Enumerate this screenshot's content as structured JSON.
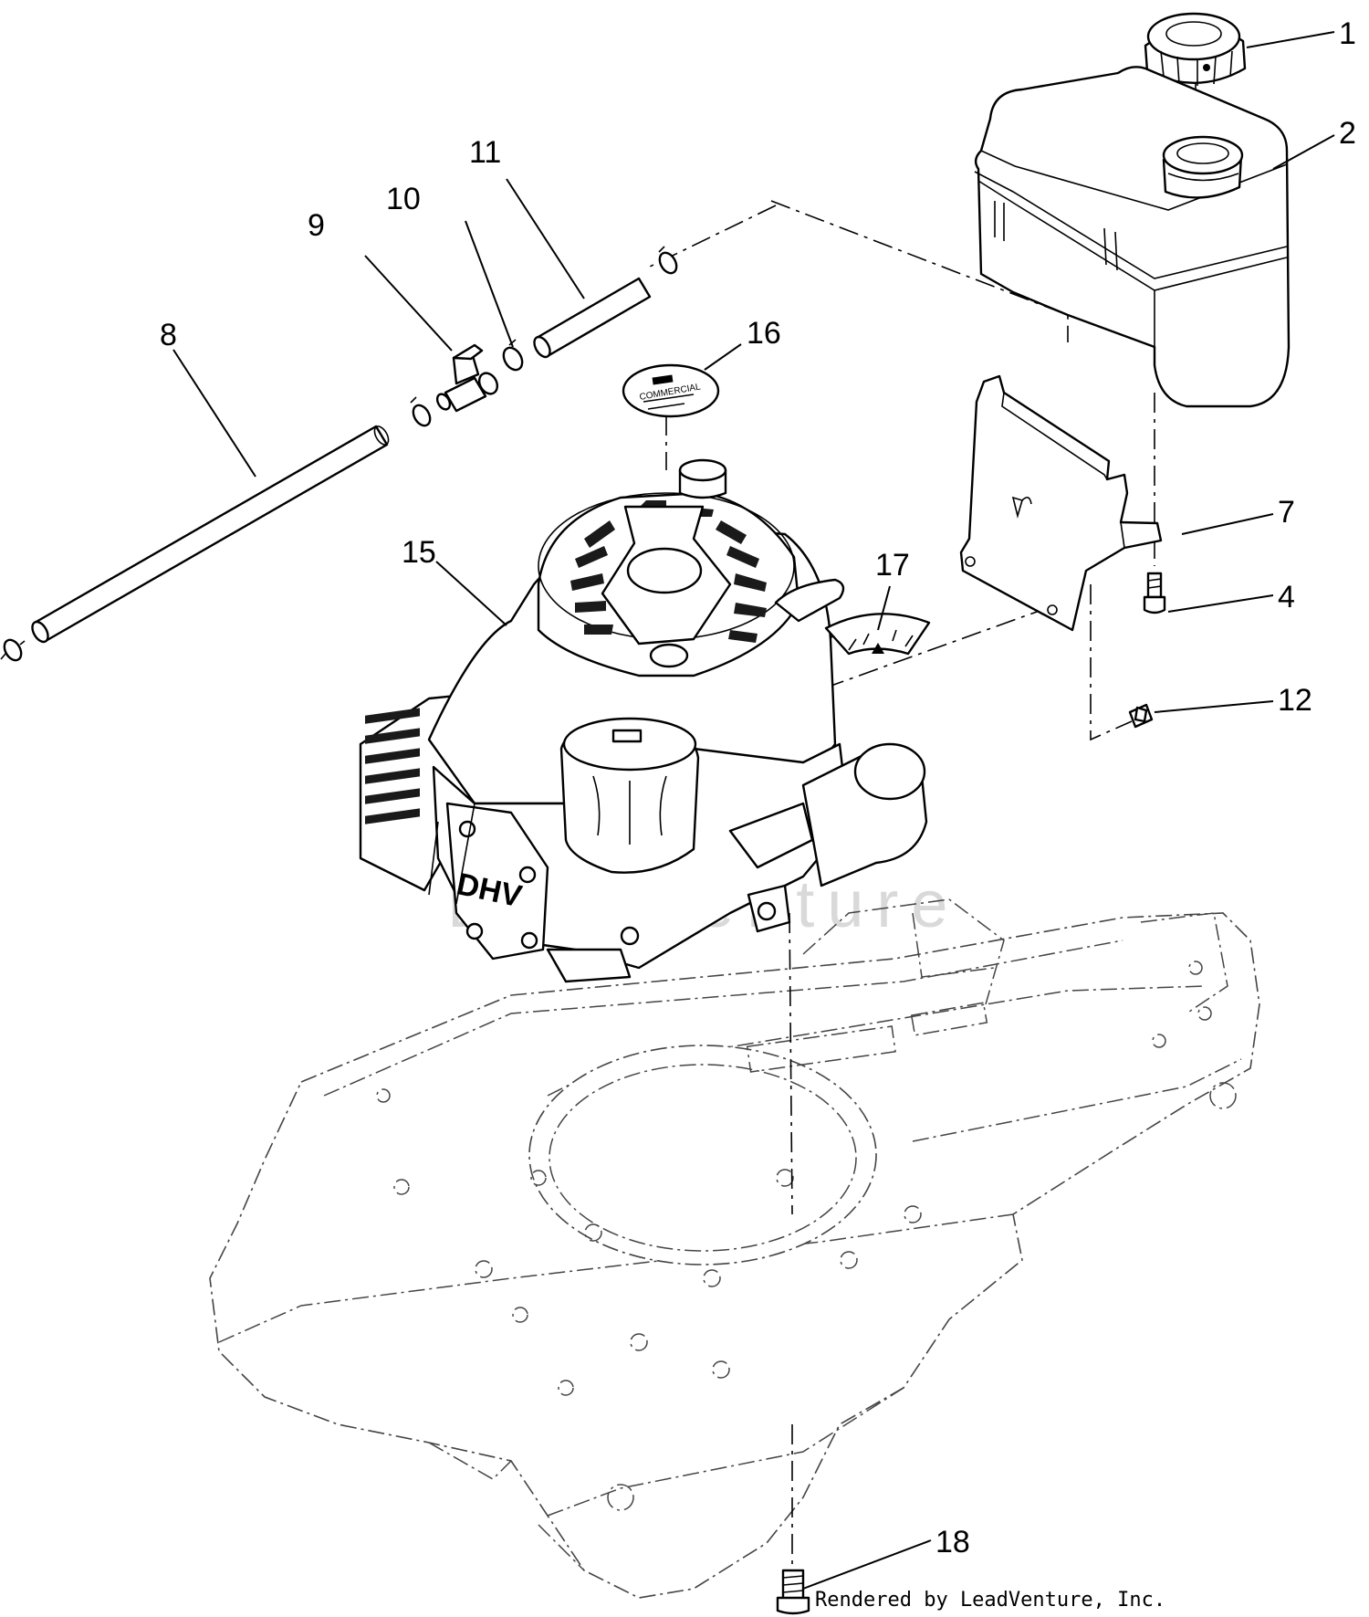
{
  "diagram": {
    "callouts": [
      "1",
      "2",
      "4",
      "7",
      "8",
      "9",
      "10",
      "11",
      "12",
      "15",
      "16",
      "17",
      "18"
    ],
    "credit": "Rendered by LeadVenture, Inc.",
    "watermark": "LeadVenture",
    "engine_badge": "DHV",
    "decal_text": "COMMERCIAL"
  }
}
